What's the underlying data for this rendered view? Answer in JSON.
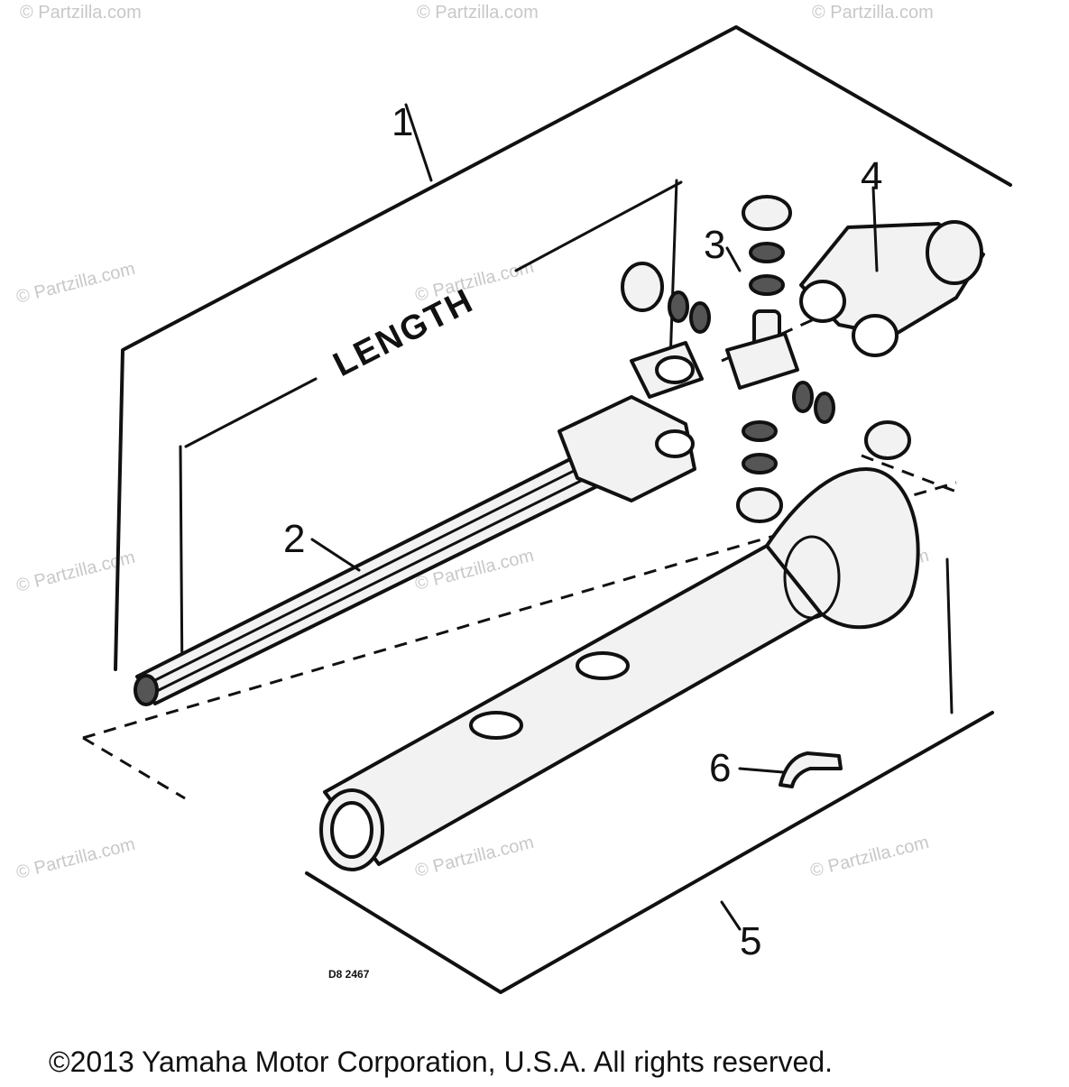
{
  "diagram": {
    "callouts": [
      "1",
      "2",
      "3",
      "4",
      "5",
      "6"
    ],
    "dimension_label": "LENGTH",
    "drawing_code": "D8 2467",
    "copyright": "©2013 Yamaha Motor Corporation, U.S.A. All rights reserved.",
    "watermark": "© Partzilla.com"
  }
}
